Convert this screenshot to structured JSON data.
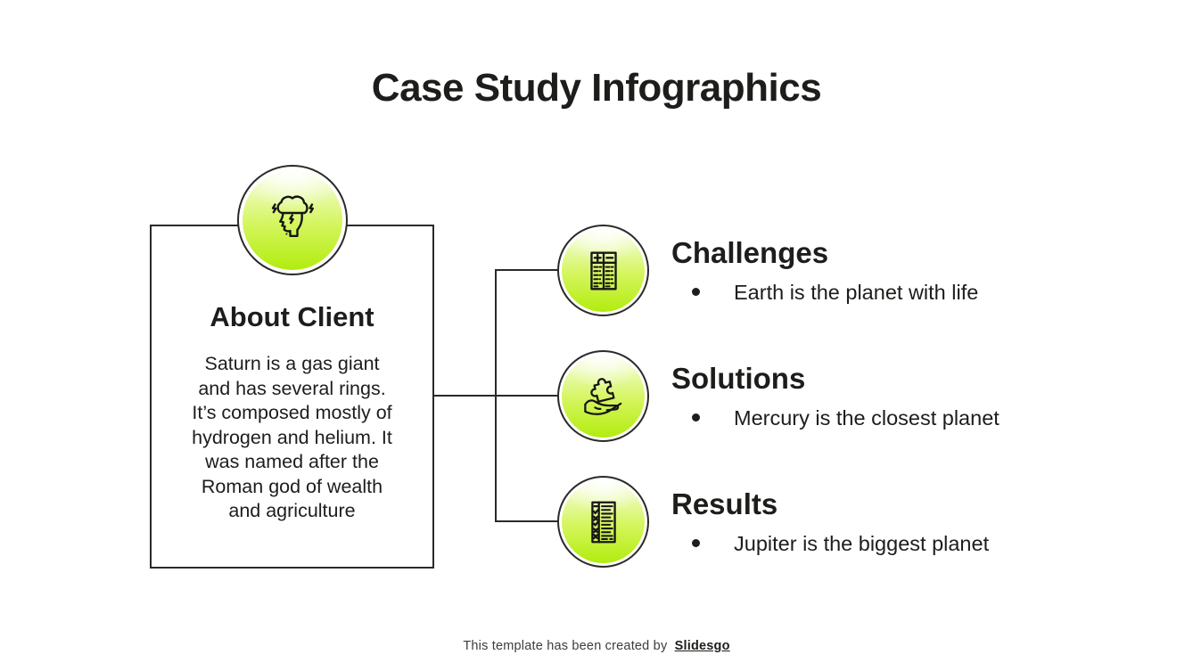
{
  "slide": {
    "title": "Case Study Infographics",
    "about": {
      "heading": "About Client",
      "body_lines": [
        "Saturn is a gas giant",
        "and has several rings.",
        "It’s composed mostly of",
        "hydrogen and helium. It",
        "was named after the",
        "Roman god of wealth",
        "and agriculture"
      ],
      "icon": "brainstorm-head-icon"
    },
    "sections": [
      {
        "heading": "Challenges",
        "bullet": "Earth is the planet with life",
        "icon": "pros-cons-list-icon"
      },
      {
        "heading": "Solutions",
        "bullet": "Mercury is the closest planet",
        "icon": "hand-puzzle-icon"
      },
      {
        "heading": "Results",
        "bullet": "Jupiter is the biggest planet",
        "icon": "checklist-icon"
      }
    ],
    "footer": {
      "prefix": "This template has been created by",
      "brand": "Slidesgo"
    },
    "colors": {
      "ink": "#1d1d1b",
      "line": "#2b2a29",
      "accent_green": "#b2ec0e"
    }
  }
}
